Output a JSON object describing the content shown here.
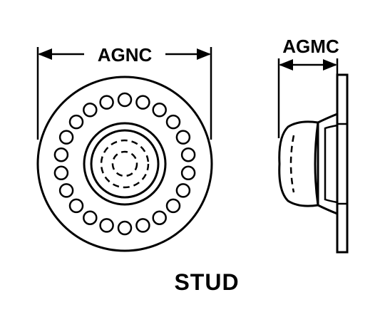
{
  "diagram": {
    "front_view": {
      "dimension_label": "AGNC",
      "hole_count": 22
    },
    "side_view": {
      "dimension_label": "AGMC"
    },
    "caption": "STUD",
    "colors": {
      "line": "#000000",
      "background": "#ffffff"
    }
  }
}
